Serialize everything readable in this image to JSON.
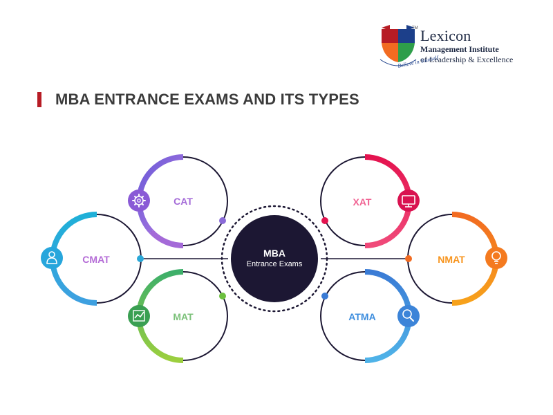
{
  "brand": {
    "name": "Lexicon",
    "line1": "Management Institute",
    "line2": "of Leadership & Excellence",
    "motto": "Believe in Yourself",
    "tm": "TM"
  },
  "heading": "MBA ENTRANCE EXAMS AND ITS TYPES",
  "center": {
    "title": "MBA",
    "subtitle": "Entrance Exams"
  },
  "exams": [
    {
      "label": "CAT",
      "color": "#a46ad8",
      "icon": "gear-icon"
    },
    {
      "label": "CMAT",
      "color": "#b46bd6",
      "icon": "person-icon"
    },
    {
      "label": "MAT",
      "color": "#7cc17a",
      "icon": "chart-icon"
    },
    {
      "label": "XAT",
      "color": "#f06292",
      "icon": "monitor-icon"
    },
    {
      "label": "NMAT",
      "color": "#f7941d",
      "icon": "lightbulb-icon"
    },
    {
      "label": "ATMA",
      "color": "#3e8ede",
      "icon": "magnifier-icon"
    }
  ],
  "colors": {
    "navy": "#1c1733",
    "accent_red": "#b71c25",
    "cat_gradient": [
      "#6a5ad8",
      "#b47ae0"
    ],
    "cmat_gradient": [
      "#1fb0d8",
      "#3ea0e0"
    ],
    "mat_gradient": [
      "#9ccf3e",
      "#3daf6a"
    ],
    "xat_gradient": [
      "#e4134f",
      "#f04a7a"
    ],
    "nmat_gradient": [
      "#f26b21",
      "#f7a21b"
    ],
    "atma_gradient": [
      "#3a7bd5",
      "#4fb3e8"
    ]
  }
}
